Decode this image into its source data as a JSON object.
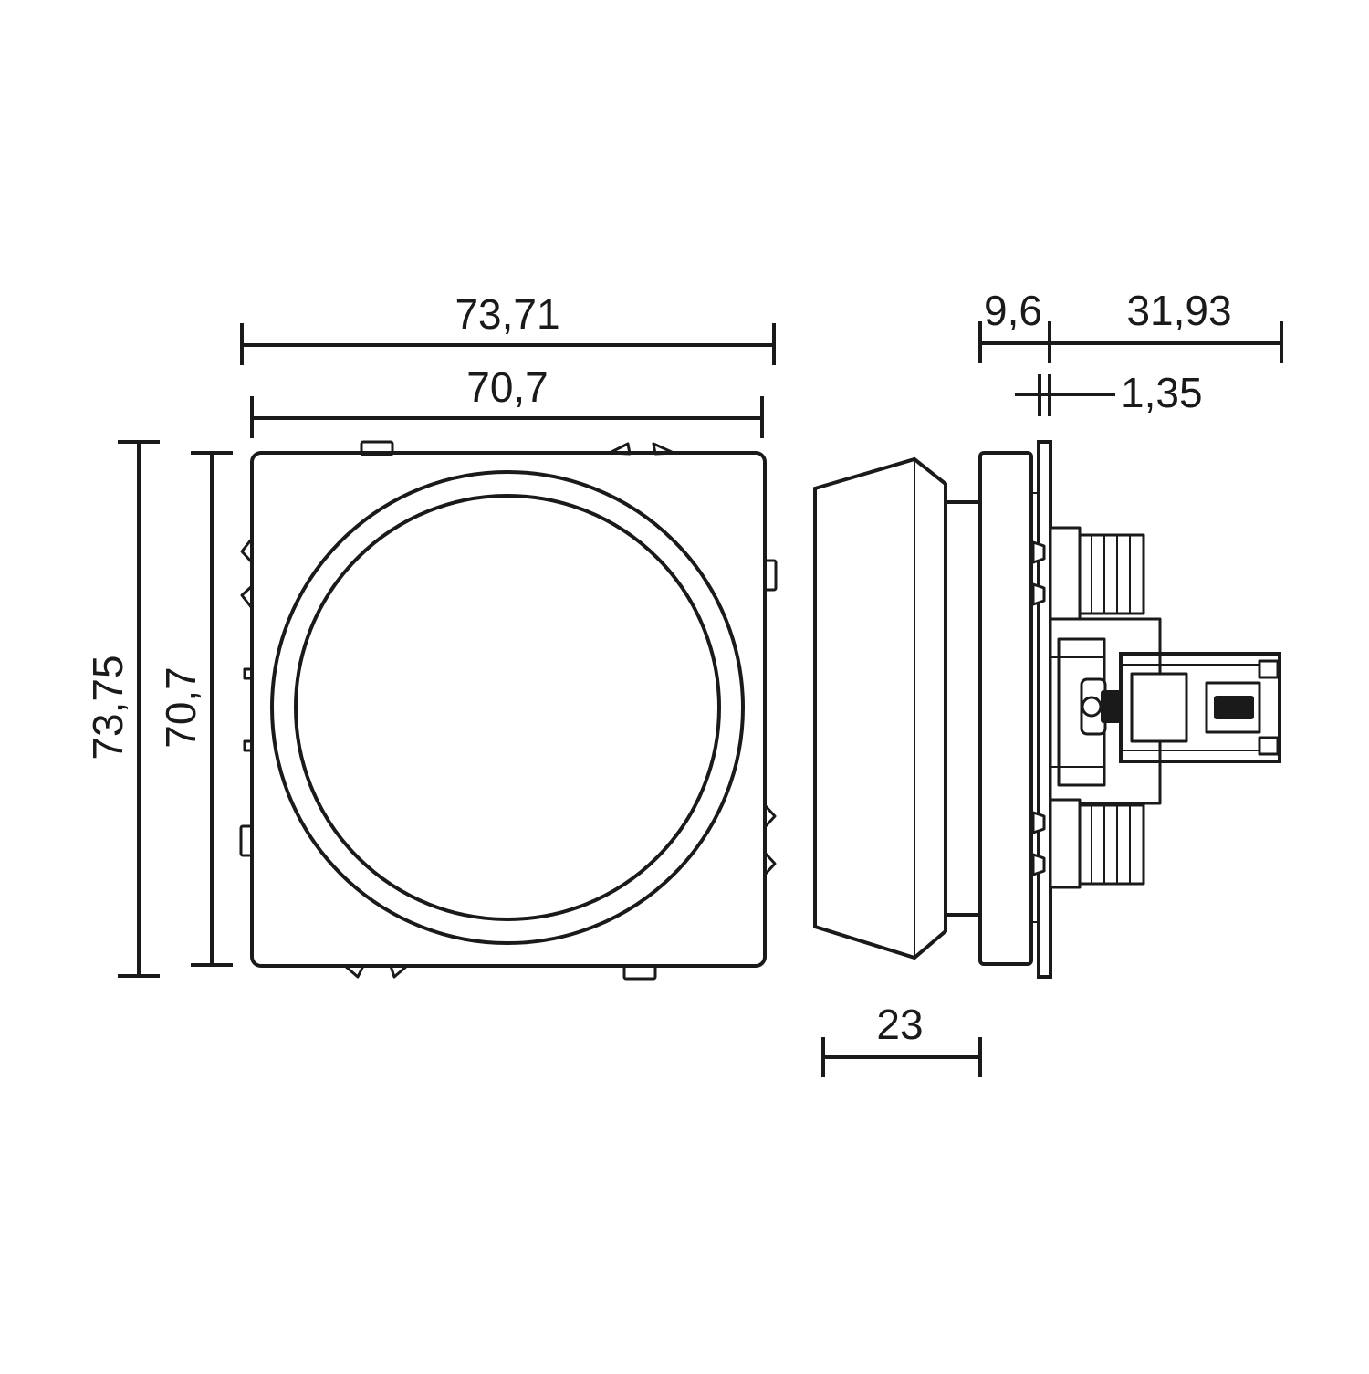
{
  "dimensions": {
    "front_width_outer": "73,71",
    "front_width_inner": "70,7",
    "front_height_outer": "73,75",
    "front_height_inner": "70,7",
    "side_front_depth": "9,6",
    "side_rear_depth": "31,93",
    "side_plate_thickness": "1,35",
    "side_knob_depth": "23"
  },
  "colors": {
    "line": "#1a1a1a",
    "background": "#ffffff"
  }
}
